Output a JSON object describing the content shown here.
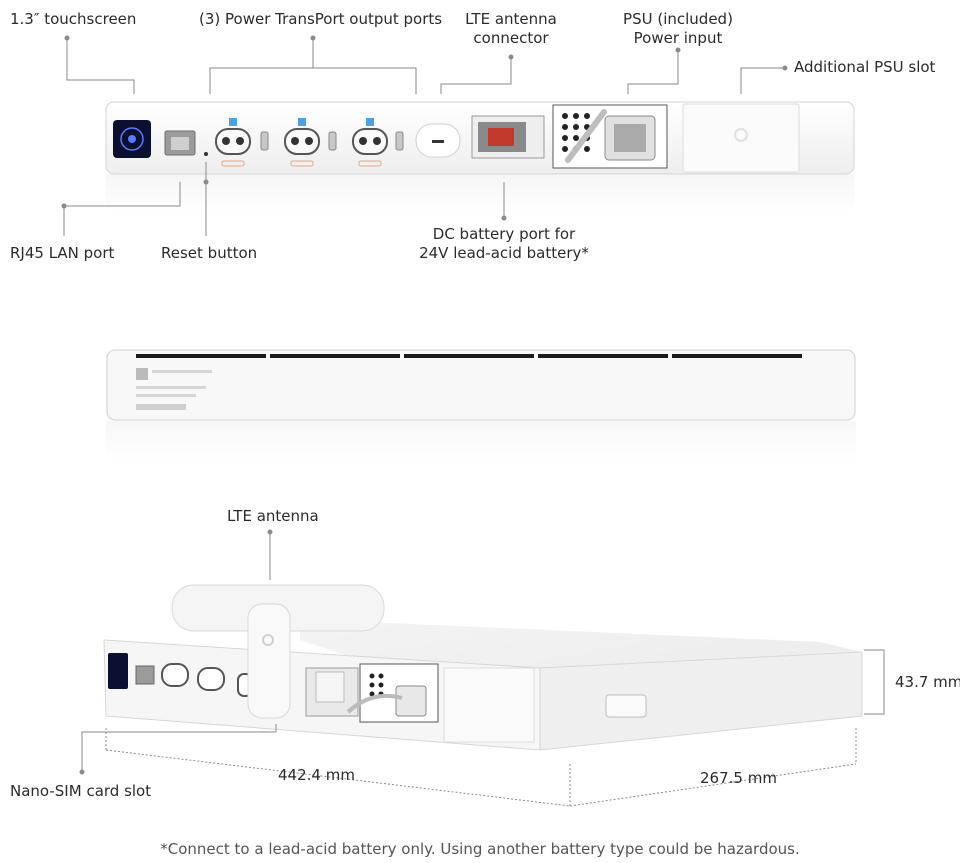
{
  "labels": {
    "touchscreen": "1.3″ touchscreen",
    "power_transport": "(3) Power TransPort output ports",
    "lte_connector_l1": "LTE antenna",
    "lte_connector_l2": "connector",
    "psu_l1": "PSU (included)",
    "psu_l2": "Power input",
    "additional_psu": "Additional PSU slot",
    "rj45": "RJ45 LAN port",
    "reset": "Reset button",
    "dc_battery_l1": "DC battery port for",
    "dc_battery_l2": "24V lead-acid battery*",
    "lte_antenna": "LTE antenna",
    "nano_sim": "Nano-SIM card slot"
  },
  "dimensions": {
    "height": "43.7 mm",
    "width": "442.4 mm",
    "depth": "267.5 mm"
  },
  "footnote": "*Connect to a lead-acid battery only. Using another battery type could be hazardous.",
  "colors": {
    "leader": "#8a8a8a",
    "device_body": "#f7f7f7",
    "device_edge": "#d6d6d6",
    "screen": "#0b1030",
    "dc_port": "#c0392b",
    "port_highlight": "#e8a47a"
  }
}
